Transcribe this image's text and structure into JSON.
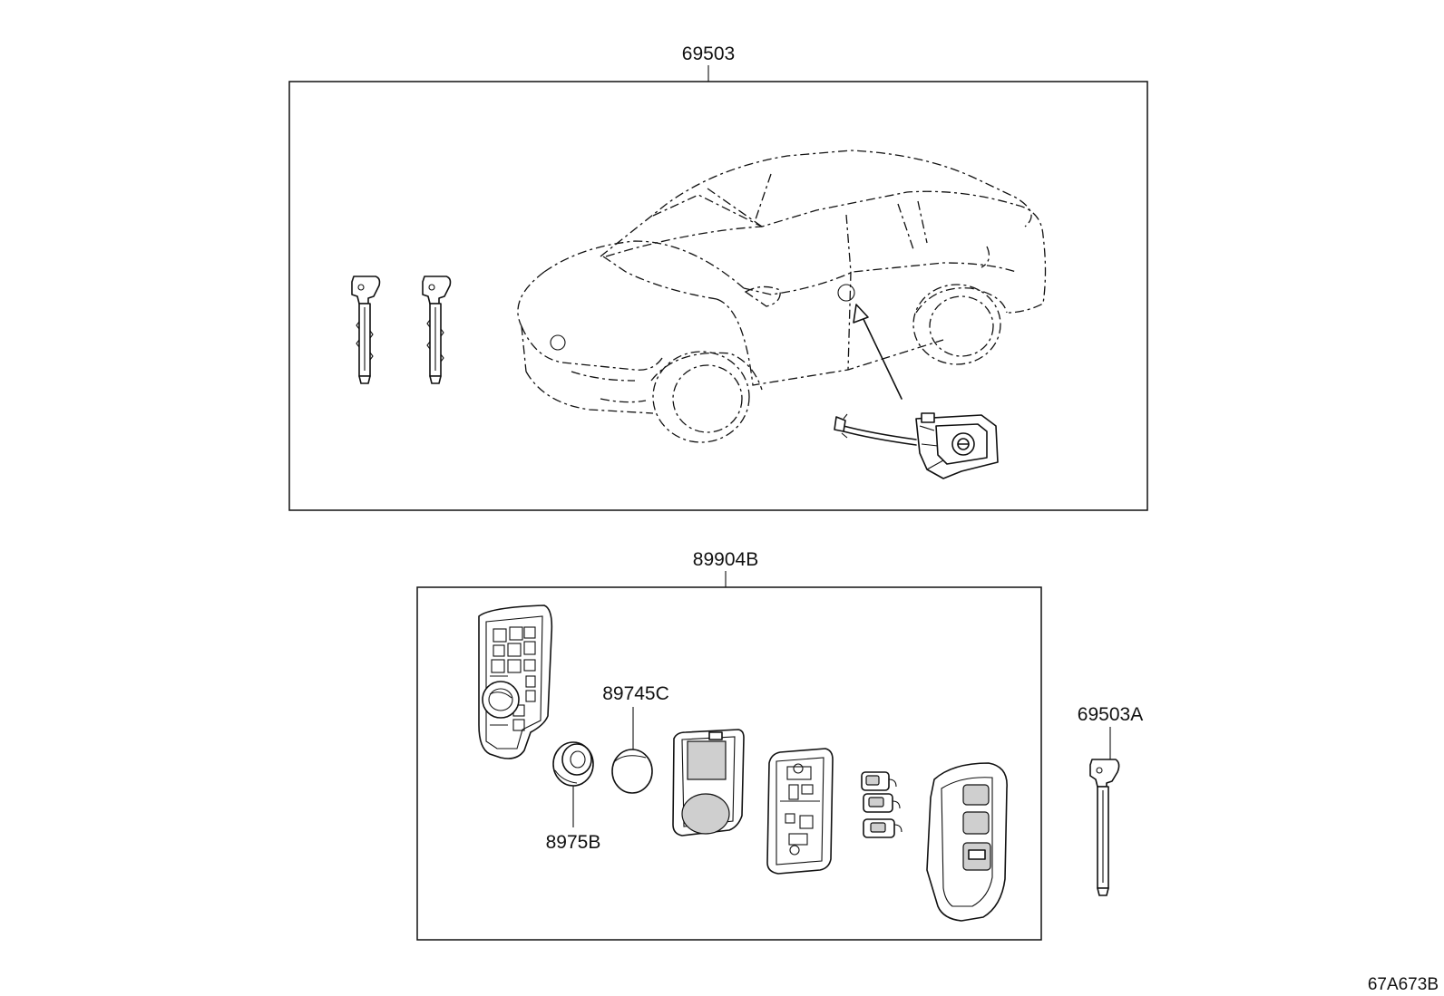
{
  "labels": {
    "group_top": "69503",
    "group_bottom": "89904B",
    "key_blank": "69503A",
    "battery": "89745C",
    "holder": "8975B",
    "figure_code": "67A673B"
  }
}
